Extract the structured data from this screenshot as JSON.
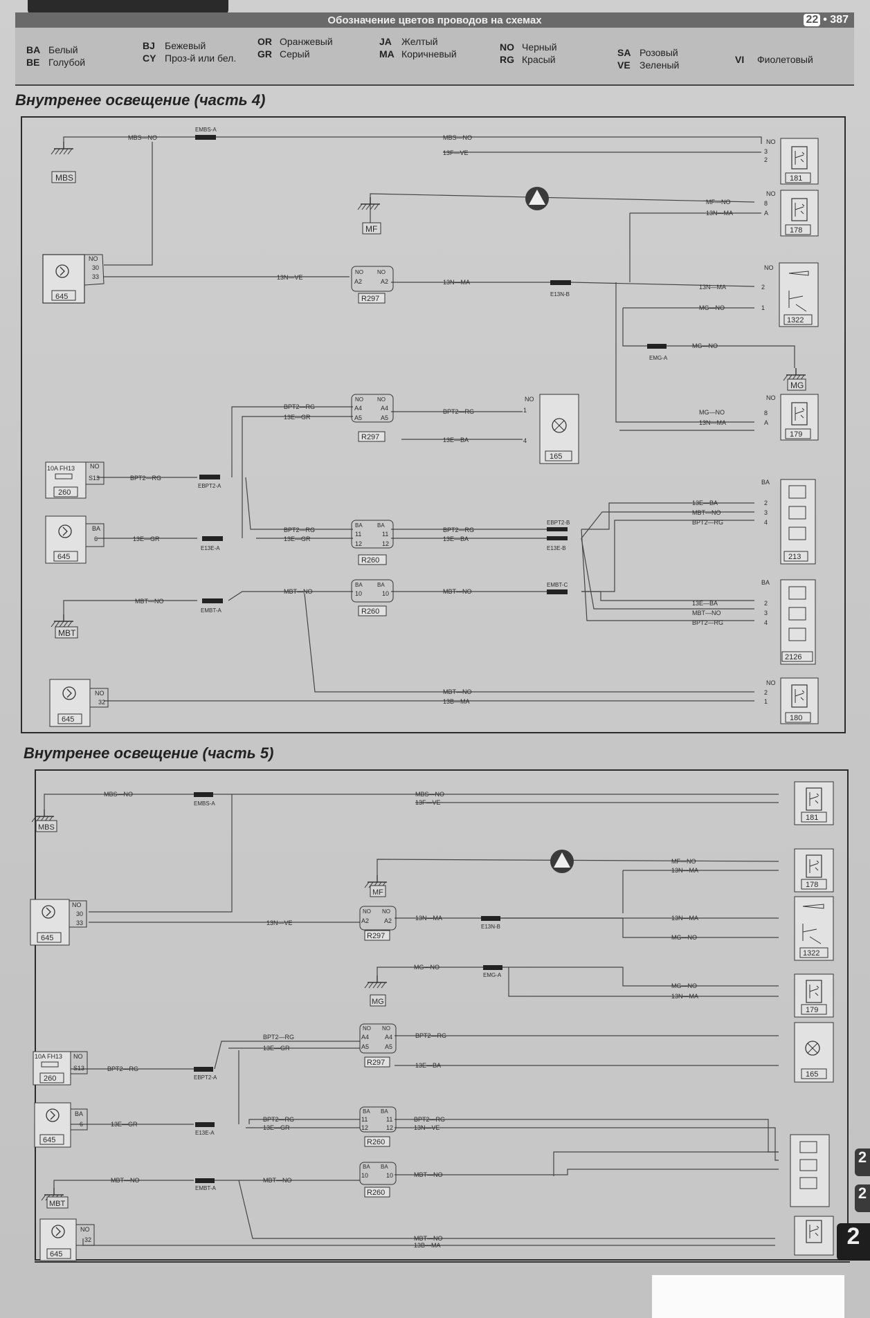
{
  "header": {
    "title": "Обозначение цветов проводов на схемах",
    "chapter": "22",
    "page_number": "387"
  },
  "legend": [
    {
      "code": "BA",
      "name": "Белый"
    },
    {
      "code": "BE",
      "name": "Голубой"
    },
    {
      "code": "BJ",
      "name": "Бежевый"
    },
    {
      "code": "CY",
      "name": "Проз-й или бел."
    },
    {
      "code": "OR",
      "name": "Оранжевый"
    },
    {
      "code": "GR",
      "name": "Серый"
    },
    {
      "code": "JA",
      "name": "Желтый"
    },
    {
      "code": "MA",
      "name": "Коричневый"
    },
    {
      "code": "NO",
      "name": "Черный"
    },
    {
      "code": "RG",
      "name": "Красый"
    },
    {
      "code": "SA",
      "name": "Розовый"
    },
    {
      "code": "VE",
      "name": "Зеленый"
    },
    {
      "code": "VI",
      "name": "Фиолетовый"
    }
  ],
  "sections": [
    {
      "title": "Внутренее освещение (часть 4)"
    },
    {
      "title": "Внутренее освещение (часть 5)"
    }
  ],
  "side_tabs": [
    "2",
    "2",
    "2"
  ],
  "diagram4": {
    "grounds": [
      "MBS",
      "MF",
      "MG",
      "MBT"
    ],
    "components": [
      "645",
      "R297",
      "181",
      "178",
      "1322",
      "179",
      "165",
      "260",
      "213",
      "2126",
      "180",
      "R260"
    ],
    "fuse": "10A FH13",
    "splices": [
      "EMBS-A",
      "E13N-B",
      "EMG-A",
      "EBPT2-A",
      "E13E-A",
      "EMBT-A",
      "EBPT2-B",
      "E13E-B",
      "EMBT-C"
    ],
    "wire_labels": [
      "MBS—NO",
      "13F—VE",
      "MF—NO",
      "13N—MA",
      "13N—VE",
      "MG—NO",
      "BPT2—RG",
      "13E—GR",
      "13E—BA",
      "MBT—NO",
      "13B—MA"
    ],
    "pins": [
      "NO",
      "30",
      "33",
      "A2",
      "A4",
      "A5",
      "S13",
      "6",
      "11",
      "12",
      "10",
      "32",
      "BA",
      "1",
      "2",
      "3",
      "4",
      "8",
      "A"
    ]
  },
  "diagram5": {
    "grounds": [
      "MBS",
      "MF",
      "MG",
      "MBT"
    ],
    "components": [
      "645",
      "R297",
      "181",
      "178",
      "1322",
      "179",
      "165",
      "260",
      "R260"
    ],
    "fuse": "10A FH13",
    "splices": [
      "EMBS-A",
      "E13N-B",
      "EMG-A",
      "EBPT2-A",
      "E13E-A",
      "EMBT-A"
    ]
  }
}
